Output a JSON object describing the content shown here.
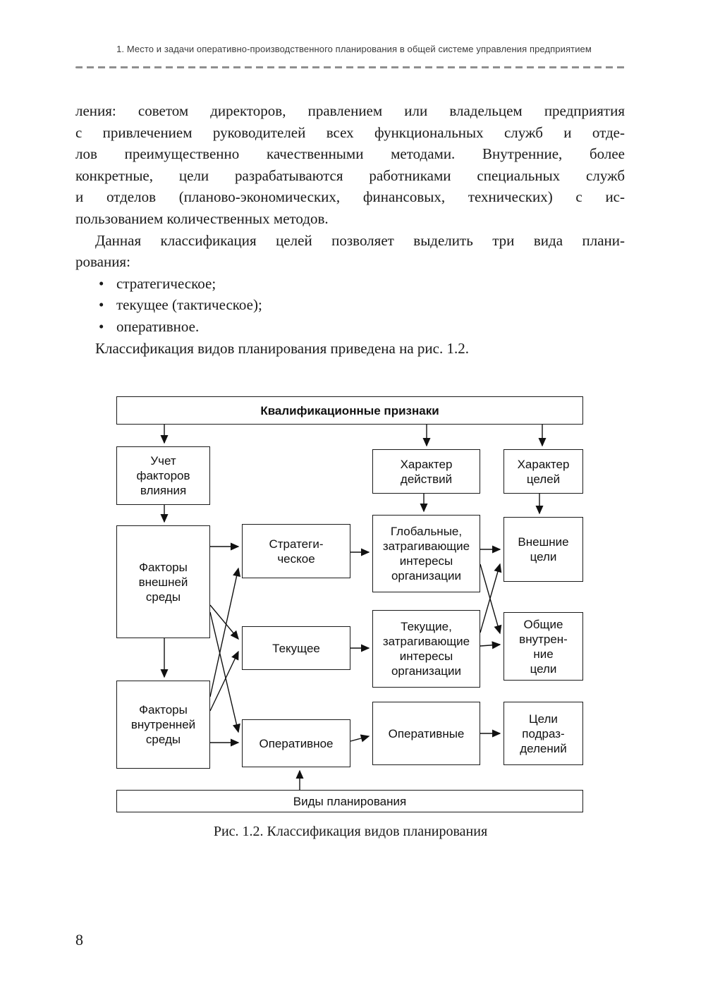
{
  "page": {
    "running_header": "1. Место и задачи оперативно-производственного планирования в общей системе управления предприятием",
    "page_number": "8"
  },
  "body": {
    "paragraph1_lines": [
      "ления: советом директоров, правлением или владельцем предприятия",
      "с привлечением руководителей всех функциональных служб и отде-",
      "лов преимущественно качественными методами. Внутренние, более",
      "конкретные, цели разрабатываются работниками специальных служб",
      "и отделов (планово-экономических, финансовых, технических) с ис-",
      "пользованием количественных методов."
    ],
    "paragraph2_lines": [
      "Данная классификация целей позволяет выделить три вида плани-",
      "рования:"
    ],
    "bullet_char": "•",
    "bullets": [
      "стратегическое;",
      "текущее (тактическое);",
      "оперативное."
    ],
    "paragraph3": "Классификация видов планирования приведена на рис. 1.2."
  },
  "diagram": {
    "boxes": {
      "criteria": "Квалификационные признаки",
      "accounting_factors": "Учет\nфакторов\nвлияния",
      "action_nature": "Характер\nдействий",
      "goal_nature": "Характер\nцелей",
      "external_factors": "Факторы\nвнешней\nсреды",
      "internal_factors": "Факторы\nвнутренней\nсреды",
      "strategic": "Стратеги-\nческое",
      "current": "Текущее",
      "operational": "Оперативное",
      "global_goals": "Глобальные,\nзатрагивающие\nинтересы\nорганизации",
      "current_goals": "Текущие,\nзатрагивающие\nинтересы\nорганизации",
      "operational_goals": "Оперативные",
      "external_goals": "Внешние\nцели",
      "general_internal_goals": "Общие\nвнутрен-\nние\nцели",
      "division_goals": "Цели\nподраз-\nделений",
      "planning_types": "Виды планирования"
    },
    "caption": "Рис. 1.2. Классификация видов планирования"
  }
}
